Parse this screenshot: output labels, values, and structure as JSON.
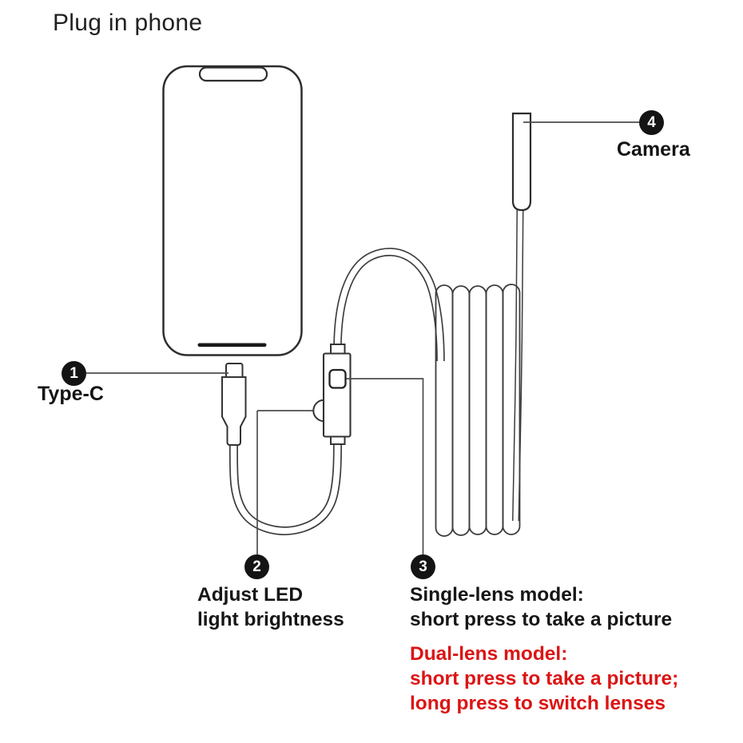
{
  "title": "Plug in phone",
  "colors": {
    "red": "#dc1414",
    "line": "#3c3c3c",
    "badge_bg": "#141414"
  },
  "annotations": {
    "1": {
      "number": "1",
      "label": "Type-C"
    },
    "2": {
      "number": "2",
      "label": "Adjust LED\nlight brightness"
    },
    "3": {
      "number": "3",
      "label_black": "Single-lens model:\nshort press to take a picture",
      "label_red": "Dual-lens model:\nshort press to take a picture;\nlong press to switch lenses"
    },
    "4": {
      "number": "4",
      "label": "Camera"
    }
  },
  "diagram_parts": [
    "phone",
    "phone-notch",
    "home-indicator",
    "type-c-connector",
    "usb-cable",
    "control-module",
    "led-brightness-dial",
    "shutter-button",
    "coiled-cable",
    "camera-probe"
  ]
}
